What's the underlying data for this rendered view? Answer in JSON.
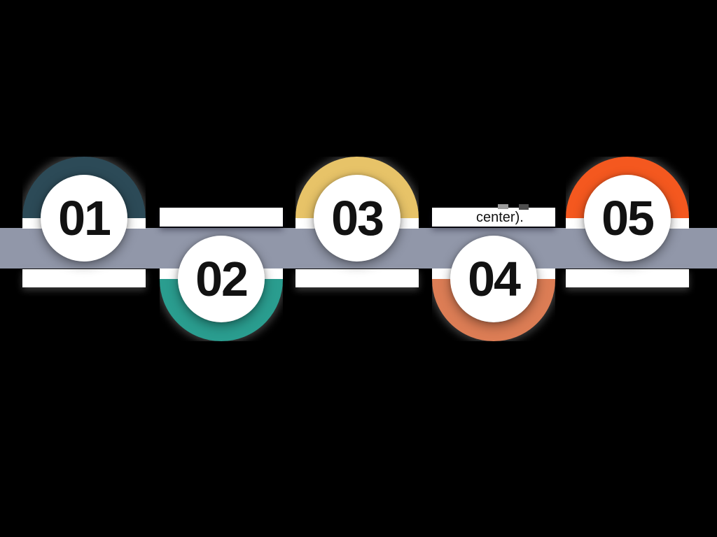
{
  "canvas": {
    "background": "#000000",
    "bar_color": "#9197A9"
  },
  "steps": [
    {
      "label": "01",
      "ring_color": "#2C4A57",
      "position": "top"
    },
    {
      "label": "02",
      "ring_color": "#2A9D8F",
      "position": "bottom"
    },
    {
      "label": "03",
      "ring_color": "#E7C368",
      "position": "top"
    },
    {
      "label": "04",
      "ring_color": "#DC7D55",
      "position": "bottom"
    },
    {
      "label": "05",
      "ring_color": "#F4581F",
      "position": "top"
    }
  ],
  "artifact_text": "center)."
}
